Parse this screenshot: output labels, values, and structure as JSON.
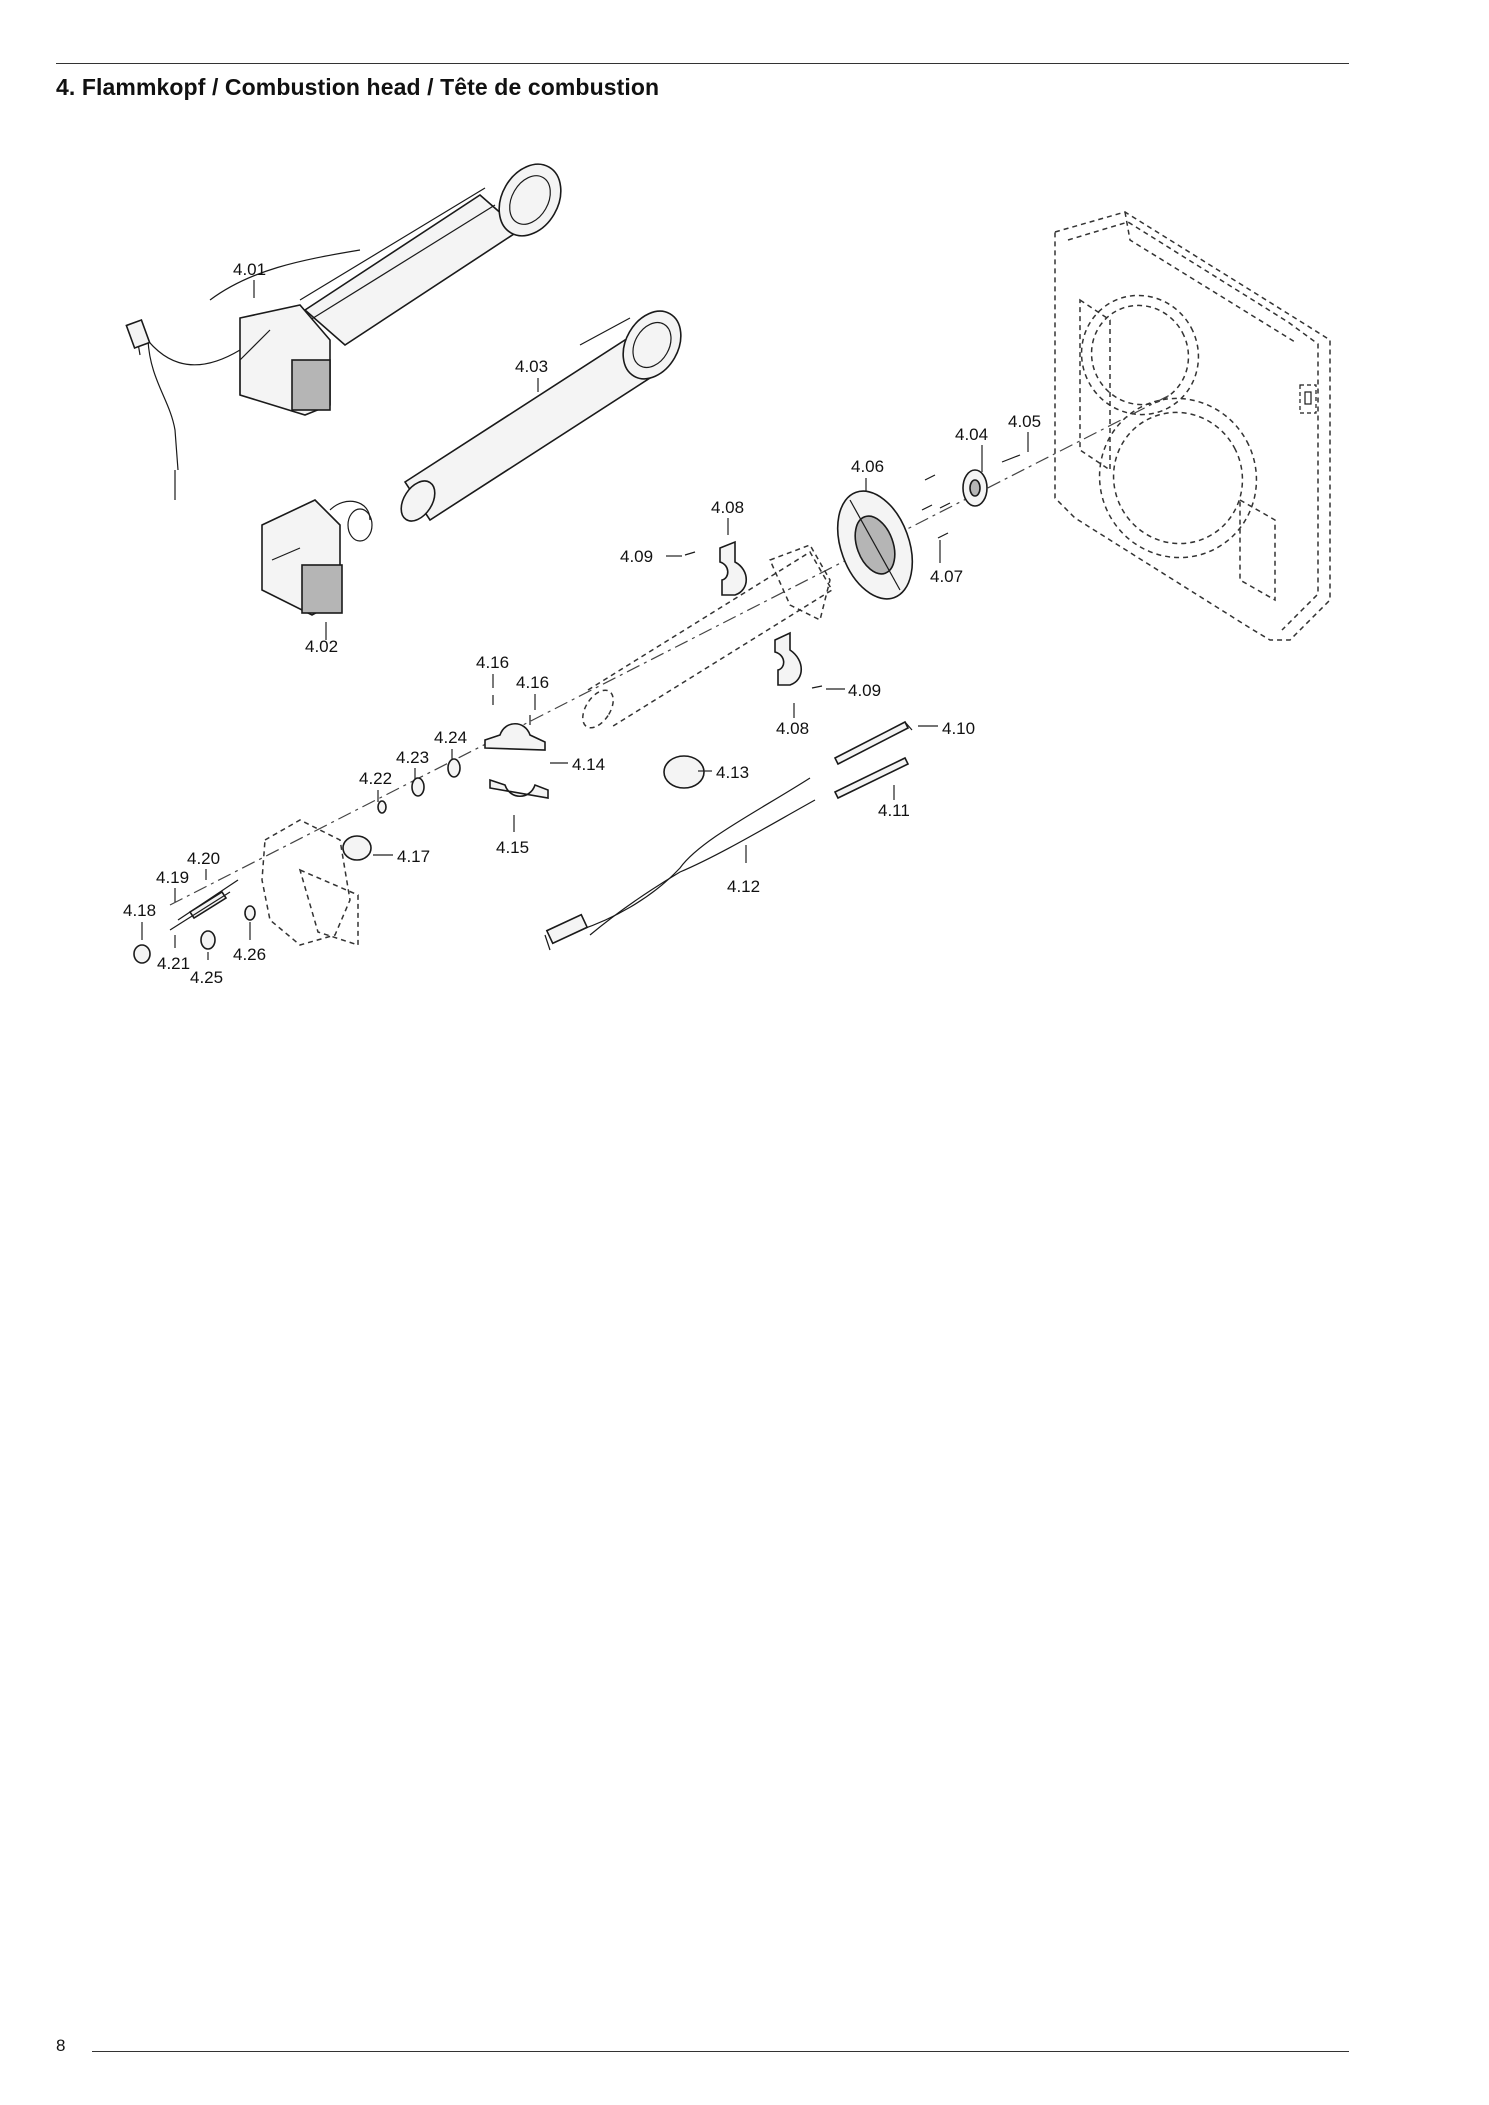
{
  "header": {
    "title": "4. Flammkopf / Combustion head / Tête de combustion"
  },
  "footer": {
    "page_number": "8"
  },
  "callouts": {
    "c401": "4.01",
    "c402": "4.02",
    "c403": "4.03",
    "c404": "4.04",
    "c405": "4.05",
    "c406": "4.06",
    "c407": "4.07",
    "c408a": "4.08",
    "c408b": "4.08",
    "c409a": "4.09",
    "c409b": "4.09",
    "c410": "4.10",
    "c411": "4.11",
    "c412": "4.12",
    "c413": "4.13",
    "c414": "4.14",
    "c415": "4.15",
    "c416a": "4.16",
    "c416b": "4.16",
    "c417": "4.17",
    "c418": "4.18",
    "c419": "4.19",
    "c420": "4.20",
    "c421": "4.21",
    "c422": "4.22",
    "c423": "4.23",
    "c424": "4.24",
    "c425": "4.25",
    "c426": "4.26"
  }
}
